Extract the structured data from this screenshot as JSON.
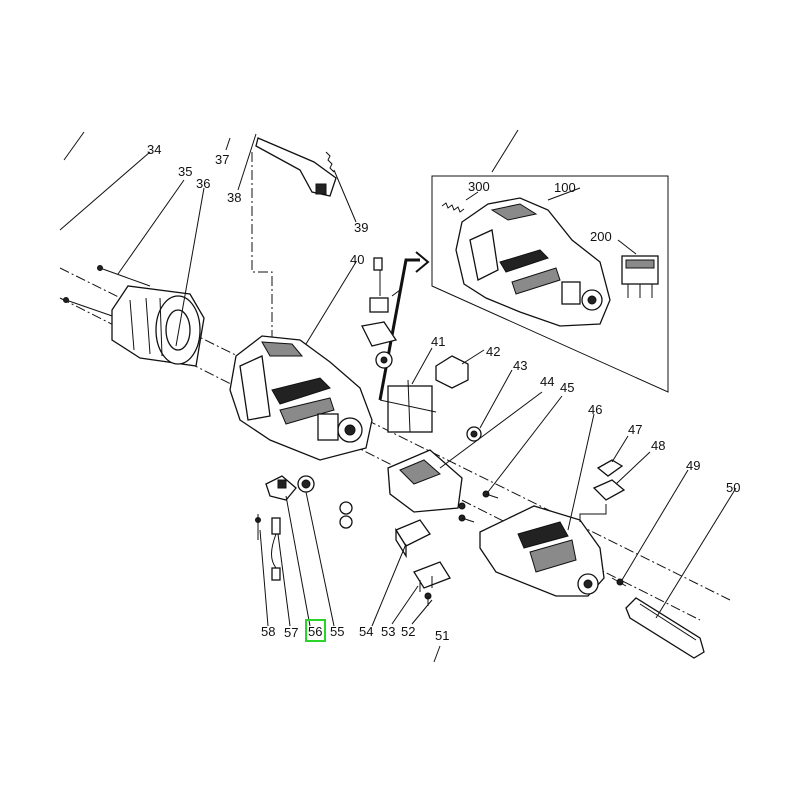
{
  "diagram": {
    "labels": {
      "p34": "34",
      "p35": "35",
      "p36": "36",
      "p37": "37",
      "p38": "38",
      "p39": "39",
      "p40": "40",
      "p41": "41",
      "p42": "42",
      "p43": "43",
      "p44": "44",
      "p45": "45",
      "p46": "46",
      "p47": "47",
      "p48": "48",
      "p49": "49",
      "p50": "50",
      "p51": "51",
      "p52": "52",
      "p53": "53",
      "p54": "54",
      "p55": "55",
      "p56": "56",
      "p57": "57",
      "p58": "58",
      "p100": "100",
      "p200": "200",
      "p300": "300"
    },
    "highlighted_label": "56",
    "highlight_color": "#2bd42b"
  }
}
